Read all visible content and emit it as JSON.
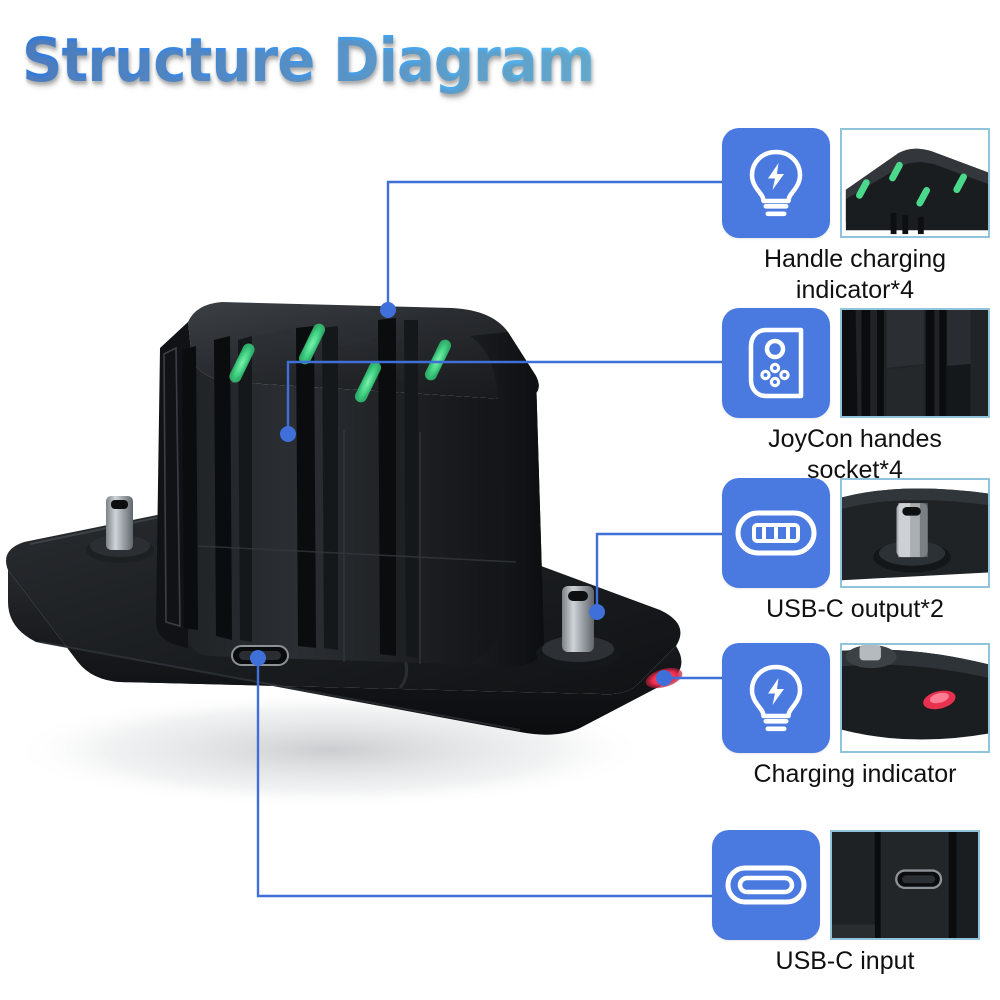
{
  "title": "Structure Diagram",
  "colors": {
    "title_gradient_start": "#2f79de",
    "title_gradient_end": "#55bdf2",
    "tile_blue": "#4a7ae0",
    "leader_blue": "#3f6fd8",
    "thumb_border": "#8fc4dc",
    "led_green": "#4ad98a",
    "led_red": "#e8314f",
    "product_black": "#1b1d20",
    "background": "#ffffff"
  },
  "product": {
    "name": "joycon-charging-dock",
    "led_count": 4,
    "leds": [
      {
        "name": "handle-charging-led",
        "color": "#4ad98a"
      },
      {
        "name": "handle-charging-led",
        "color": "#4ad98a"
      },
      {
        "name": "handle-charging-led",
        "color": "#4ad98a"
      },
      {
        "name": "handle-charging-led",
        "color": "#4ad98a"
      }
    ],
    "charging_indicator_led": {
      "name": "charging-indicator-led",
      "color": "#e8314f"
    },
    "usb_c_output_plugs": 2,
    "usb_c_input_ports": 1
  },
  "callouts": [
    {
      "id": "handle-charging-indicator",
      "icon": "bulb-bolt-icon",
      "thumb": "dock-top-leds-thumbnail",
      "label": "Handle charging\nindicator*4"
    },
    {
      "id": "joycon-handes-socket",
      "icon": "joycon-controller-icon",
      "thumb": "dock-socket-slots-thumbnail",
      "label": "JoyCon handes\nsocket*4"
    },
    {
      "id": "usb-c-output",
      "icon": "usb-c-plug-icon",
      "thumb": "usb-c-plug-thumbnail",
      "label": "USB-C output*2"
    },
    {
      "id": "charging-indicator",
      "icon": "bulb-bolt-icon",
      "thumb": "red-led-thumbnail",
      "label": "Charging indicator"
    },
    {
      "id": "usb-c-input",
      "icon": "usb-c-port-icon",
      "thumb": "usb-c-port-thumbnail",
      "label": "USB-C input"
    }
  ]
}
